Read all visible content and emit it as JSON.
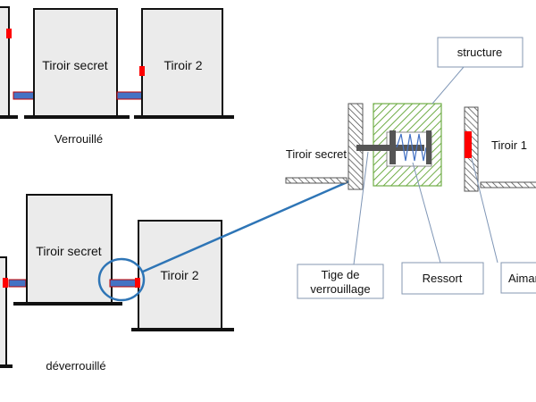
{
  "labels": {
    "locked": "Verrouillé",
    "unlocked": "déverrouillé",
    "top_secret_drawer": "Tiroir secret",
    "top_drawer2": "Tiroir 2",
    "bottom_secret_drawer": "Tiroir secret",
    "bottom_drawer2": "Tiroir 2",
    "detail_secret_drawer": "Tiroir secret",
    "detail_drawer1": "Tiroir 1",
    "callout_structure": "structure",
    "callout_rod_line1": "Tige de",
    "callout_rod_line2": "verrouillage",
    "callout_spring": "Ressort",
    "callout_magnet": "Aimant"
  },
  "colors": {
    "drawer_fill": "#ebebeb",
    "outline": "#111111",
    "magnet_red": "#ff0000",
    "rod_blue": "#4472c4",
    "leader_blue": "#2e75b6",
    "callout_line": "#7f96b6",
    "hatch_green": "#70ad47",
    "rod_grey": "#555555"
  }
}
